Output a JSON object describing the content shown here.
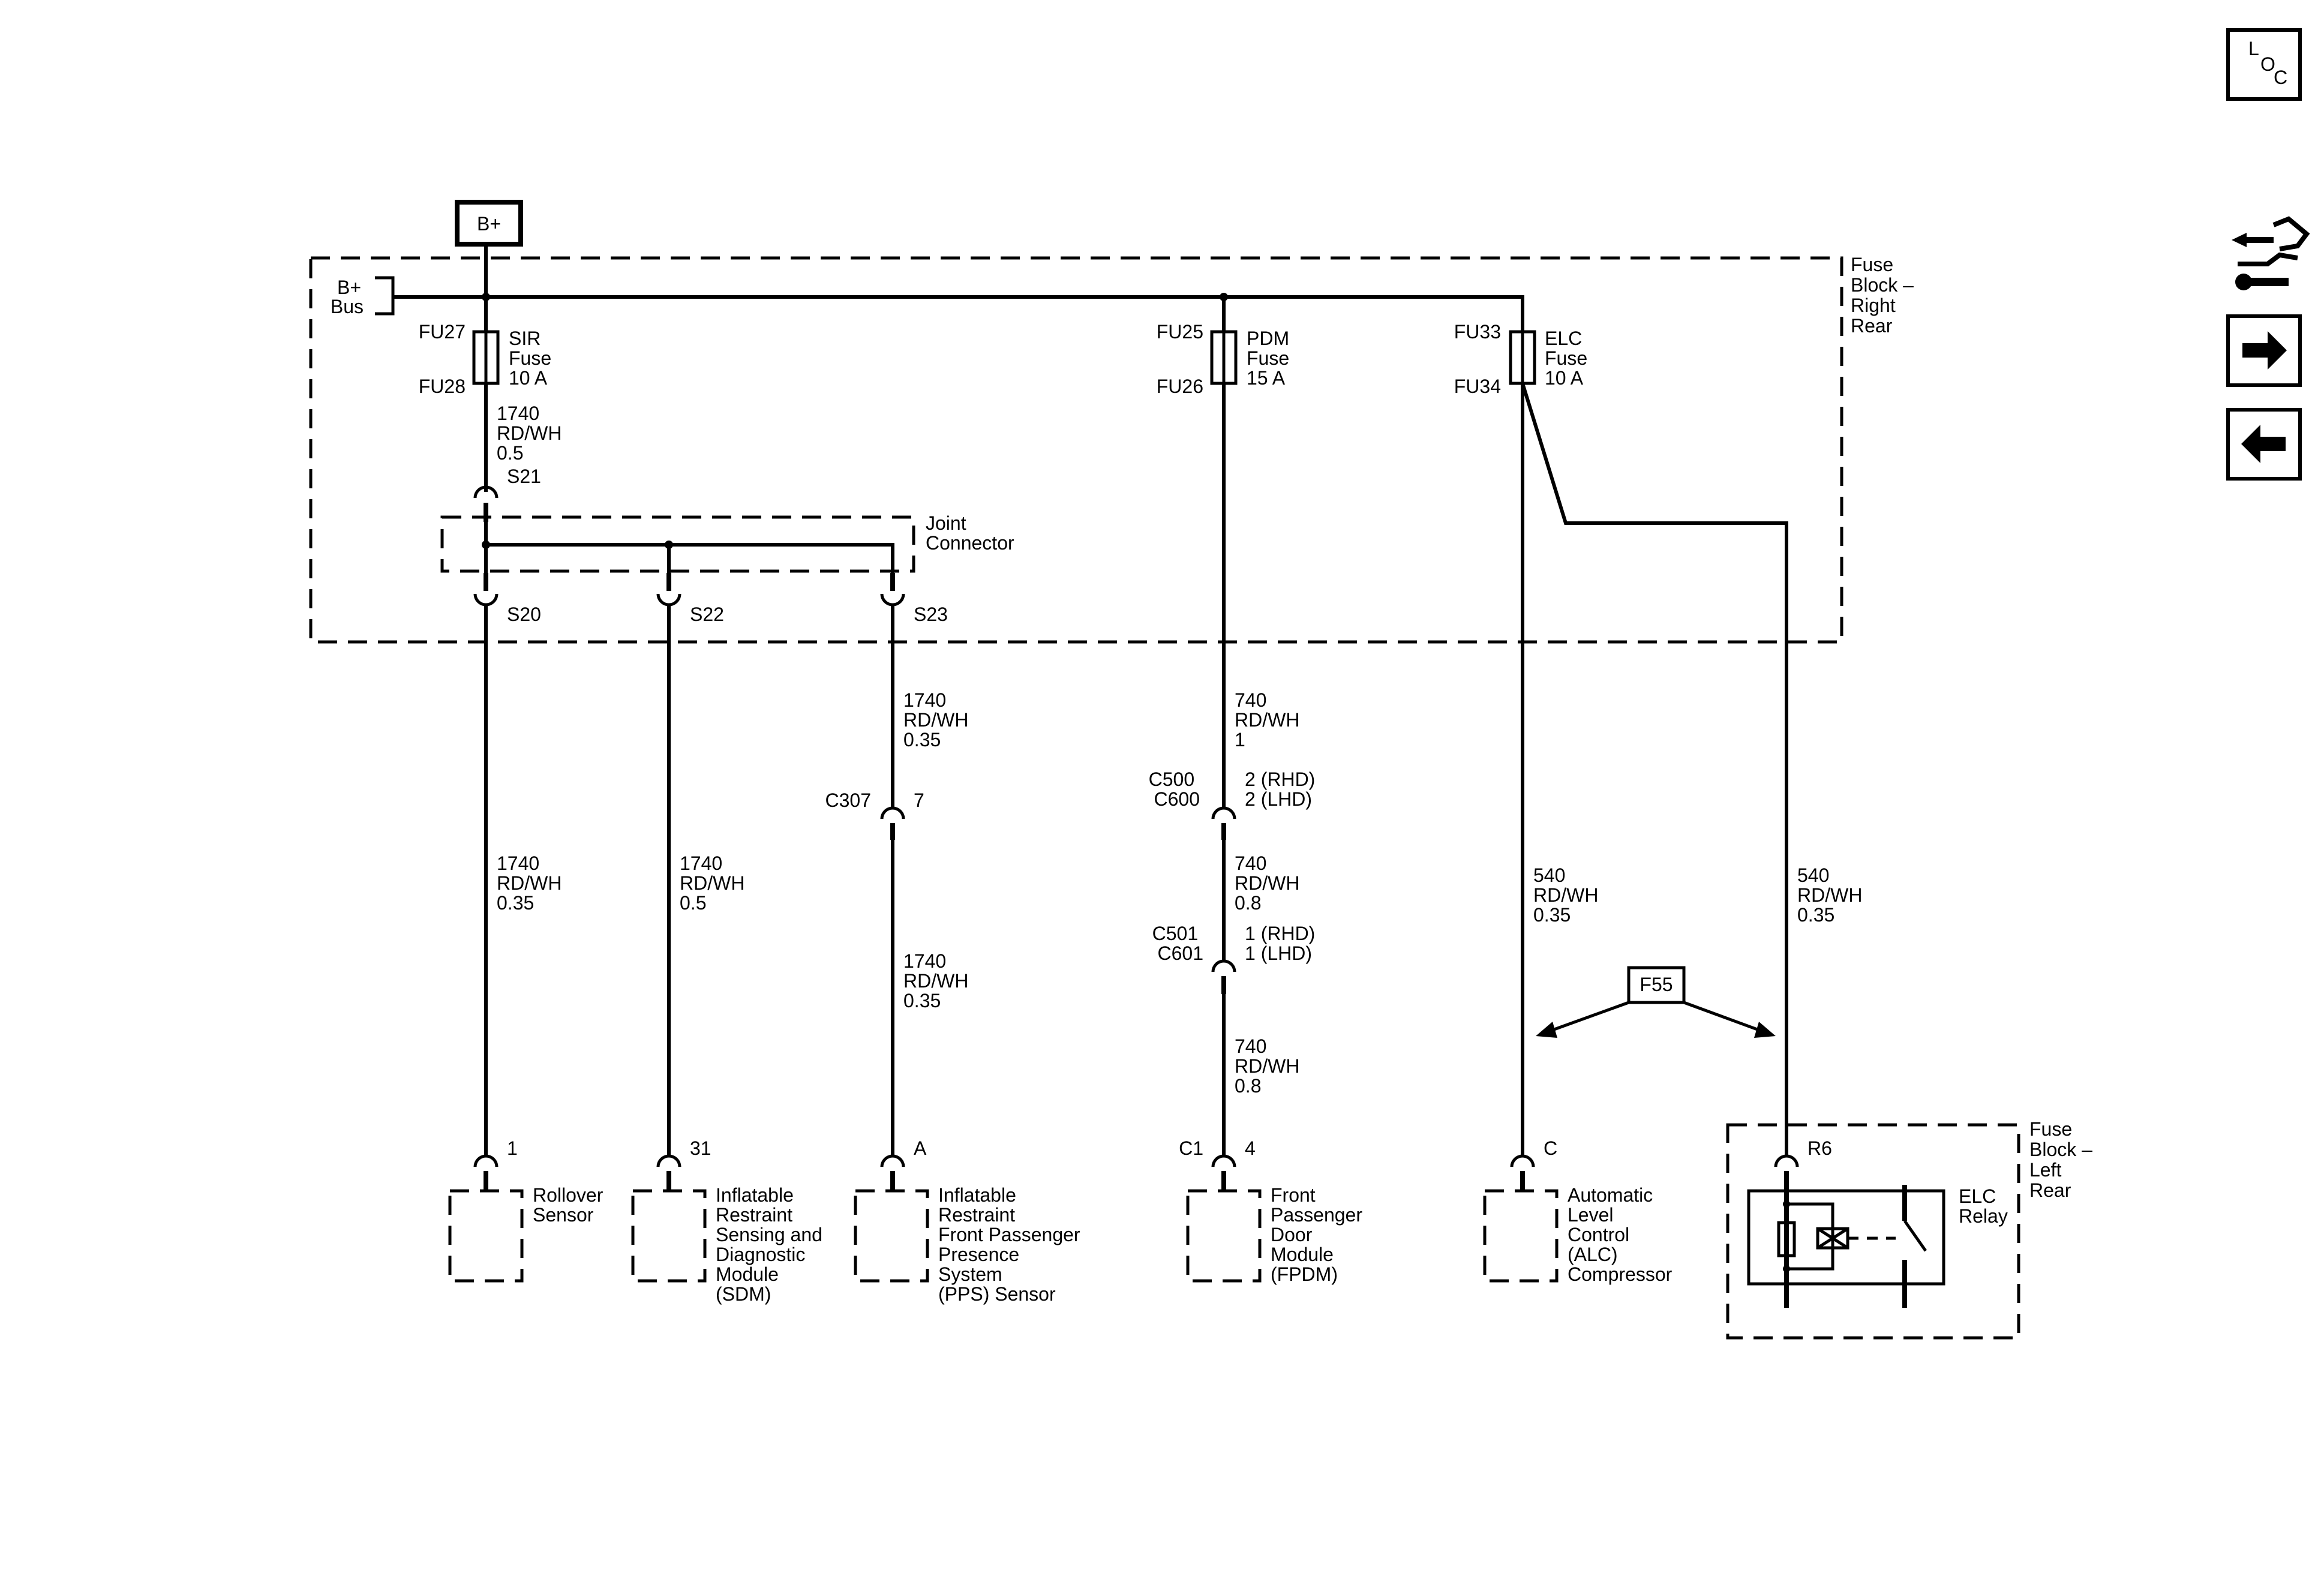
{
  "power": {
    "label": "B+",
    "bus_label_1": "B+",
    "bus_label_2": "Bus"
  },
  "fuse_block_right": [
    "Fuse",
    "Block –",
    "Right",
    "Rear"
  ],
  "fuse_block_left": [
    "Fuse",
    "Block –",
    "Left",
    "Rear"
  ],
  "fuses": {
    "sir": {
      "id_top": "FU27",
      "id_bottom": "FU28",
      "name": "SIR",
      "word": "Fuse",
      "rating": "10 A"
    },
    "pdm": {
      "id_top": "FU25",
      "id_bottom": "FU26",
      "name": "PDM",
      "word": "Fuse",
      "rating": "15 A"
    },
    "elc": {
      "id_top": "FU33",
      "id_bottom": "FU34",
      "name": "ELC",
      "word": "Fuse",
      "rating": "10 A"
    }
  },
  "joint_connector": [
    "Joint",
    "Connector"
  ],
  "splices": {
    "s21": "S21",
    "s20": "S20",
    "s22": "S22",
    "s23": "S23"
  },
  "wires": {
    "sir_out": [
      "1740",
      "RD/WH",
      "0.5"
    ],
    "rollover": [
      "1740",
      "RD/WH",
      "0.35"
    ],
    "sdm": [
      "1740",
      "RD/WH",
      "0.5"
    ],
    "pps_upper": [
      "1740",
      "RD/WH",
      "0.35"
    ],
    "pps_lower": [
      "1740",
      "RD/WH",
      "0.35"
    ],
    "pdm_1": [
      "740",
      "RD/WH",
      "1"
    ],
    "pdm_2": [
      "740",
      "RD/WH",
      "0.8"
    ],
    "pdm_3": [
      "740",
      "RD/WH",
      "0.8"
    ],
    "alc": [
      "540",
      "RD/WH",
      "0.35"
    ],
    "relay": [
      "540",
      "RD/WH",
      "0.35"
    ]
  },
  "connectors": {
    "c307": {
      "name": "C307",
      "pin": "7"
    },
    "c500": {
      "name_1": "C500",
      "name_2": "C600",
      "pin_1": "2 (RHD)",
      "pin_2": "2 (LHD)"
    },
    "c501": {
      "name_1": "C501",
      "name_2": "C601",
      "pin_1": "1 (RHD)",
      "pin_2": "1 (LHD)"
    }
  },
  "option_badge": "F55",
  "components": {
    "rollover": {
      "pin": "1",
      "lines": [
        "Rollover",
        "Sensor"
      ]
    },
    "sdm": {
      "pin": "31",
      "lines": [
        "Inflatable",
        "Restraint",
        "Sensing and",
        "Diagnostic",
        "Module",
        "(SDM)"
      ]
    },
    "pps": {
      "pin": "A",
      "lines": [
        "Inflatable",
        "Restraint",
        "Front Passenger",
        "Presence",
        "System",
        "(PPS) Sensor"
      ]
    },
    "fpdm": {
      "conn": "C1",
      "pin": "4",
      "lines": [
        "Front",
        "Passenger",
        "Door",
        "Module",
        "(FPDM)"
      ]
    },
    "alc": {
      "pin": "C",
      "lines": [
        "Automatic",
        "Level",
        "Control",
        "(ALC)",
        "Compressor"
      ]
    },
    "elc_relay": {
      "pin": "R6",
      "lines": [
        "ELC",
        "Relay"
      ]
    }
  },
  "nav": {
    "loc": [
      "L",
      "O",
      "C"
    ],
    "icons": [
      "component-locator-icon",
      "next-page-icon",
      "previous-page-icon"
    ]
  }
}
